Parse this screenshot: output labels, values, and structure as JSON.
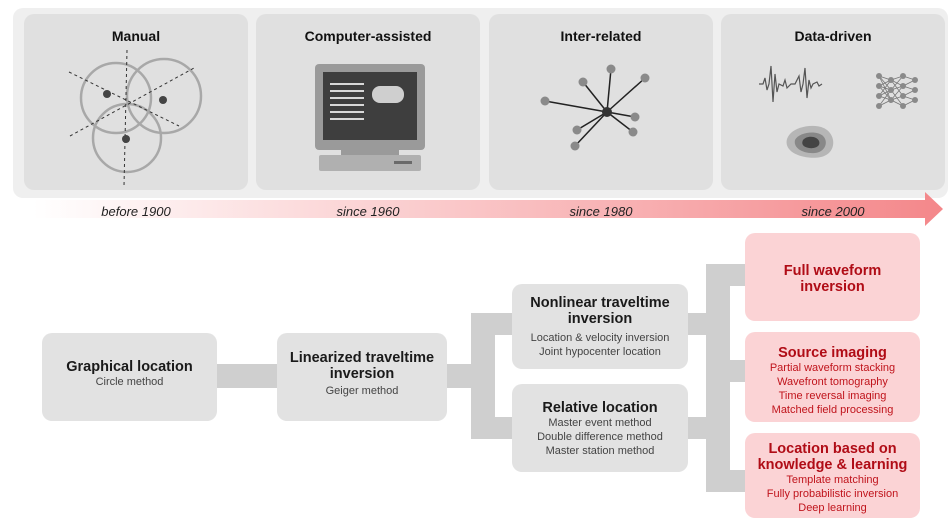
{
  "eras": [
    {
      "title": "Manual",
      "date": "before 1900"
    },
    {
      "title": "Computer-assisted",
      "date": "since 1960"
    },
    {
      "title": "Inter-related",
      "date": "since 1980"
    },
    {
      "title": "Data-driven",
      "date": "since 2000"
    }
  ],
  "methods": {
    "graphical": {
      "title": "Graphical location",
      "subs": [
        "Circle method"
      ]
    },
    "linearized": {
      "title": "Linearized traveltime inversion",
      "subs": [
        "Geiger method"
      ]
    },
    "nonlinear": {
      "title": "Nonlinear traveltime inversion",
      "subs": [
        "Location & velocity inversion",
        "Joint hypocenter location"
      ]
    },
    "relative": {
      "title": "Relative location",
      "subs": [
        "Master event method",
        "Double difference method",
        "Master station method"
      ]
    },
    "fwi": {
      "title": "Full waveform inversion",
      "subs": []
    },
    "source_imaging": {
      "title": "Source imaging",
      "subs": [
        "Partial waveform stacking",
        "Wavefront tomography",
        "Time reversal imaging",
        "Matched field processing"
      ]
    },
    "knowledge": {
      "title": "Location based on knowledge & learning",
      "subs": [
        "Template matching",
        "Fully probabilistic inversion",
        "Deep learning"
      ]
    }
  },
  "colors": {
    "accent_red": "#b00c16",
    "pink_box": "#fbd3d5",
    "gray_box": "#e2e2e2",
    "arrow": "#f79a9c"
  }
}
